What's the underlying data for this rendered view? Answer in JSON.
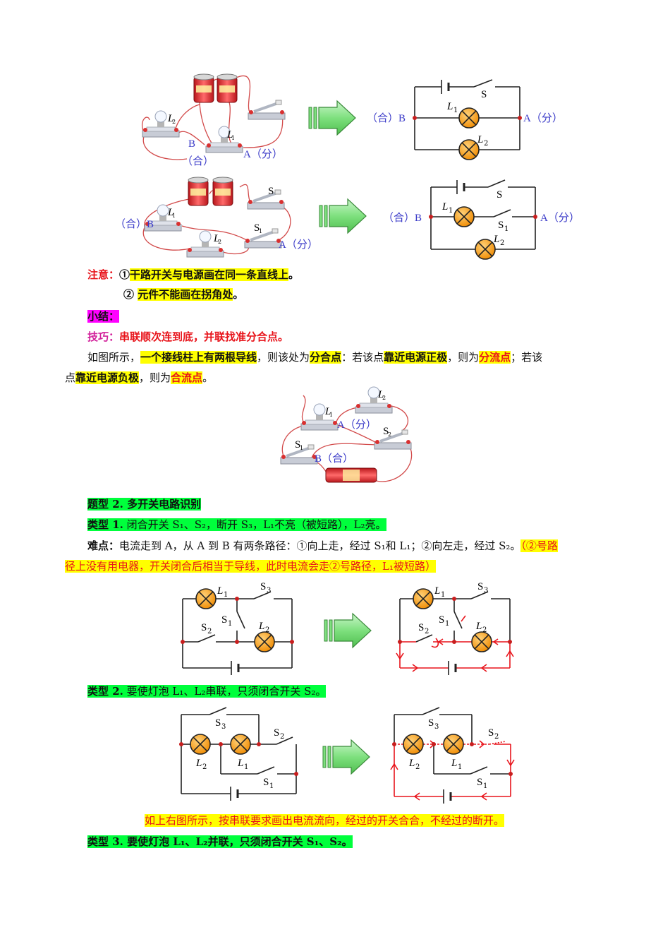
{
  "note": {
    "label": "注意：",
    "item1_prefix": "①",
    "item1": "干路开关与电源画在同一条直线上",
    "item1_end": "。",
    "item2_prefix": "② ",
    "item2": "元件不能画在拐角处",
    "item2_end": "。"
  },
  "summary": {
    "label": "小结："
  },
  "tip": {
    "label": "技巧：",
    "text": "串联顺次连到底，并联找准分合点。"
  },
  "explain": {
    "p1": "如图所示，",
    "p2": "一个接线柱上有两根导线",
    "p3": "，则该处为",
    "p4": "分合点",
    "p5": "：若该点",
    "p6": "靠近电源正极",
    "p7": "，则为",
    "p8": "分流点",
    "p9": "；若该",
    "p10": "点",
    "p11": "靠近电源负极",
    "p12": "，则为",
    "p13": "合流点",
    "p14": "。"
  },
  "section2": {
    "title": "题型 2. 多开关电路识别"
  },
  "type1": {
    "label": "类型 1.",
    "text": " 闭合开关 S₁、S₂，断开 S₃，L₁不亮（被短路），L₂亮。"
  },
  "difficulty": {
    "label": "难点：",
    "text": "电流走到 A，从 A 到 B 有两条路径：①向上走，经过 S₁和 L₁；②向左走，经过 S₂。",
    "note_a": "（②号路",
    "note_b": "径上没有用电器，开关闭合后相当于导线，此时电流会走②号路径，L₁被短路）"
  },
  "type2": {
    "label": "类型 2.",
    "text": " 要使灯泡 L₁、L₂串联，只须闭合开关 S₂。"
  },
  "caption": {
    "text": "如上右图所示，按串联要求画出电流流向，经过的开关合合，不经过的断开。"
  },
  "type3": {
    "label": "类型 3.",
    "text": " 要使灯泡 L₁、L₂并联，只须闭合开关 S₁、S₂。"
  },
  "diagram_labels": {
    "B": "B",
    "A": "A",
    "he": "（合）",
    "fen": "（分）",
    "he_B": "（合）B",
    "A_fen": "A（分）",
    "B_he": "B（合）",
    "S": "S",
    "S1": "S",
    "S2": "S",
    "S3": "S",
    "sub1": "1",
    "sub2": "2",
    "sub3": "3",
    "L": "L",
    "battery": "干电池"
  },
  "colors": {
    "highlight_yellow": "#ffff00",
    "highlight_magenta": "#ff00ff",
    "highlight_green": "#00ff3c",
    "red": "#e8141b",
    "lamp": "#f5a623",
    "arrow": "#7fe07f"
  }
}
